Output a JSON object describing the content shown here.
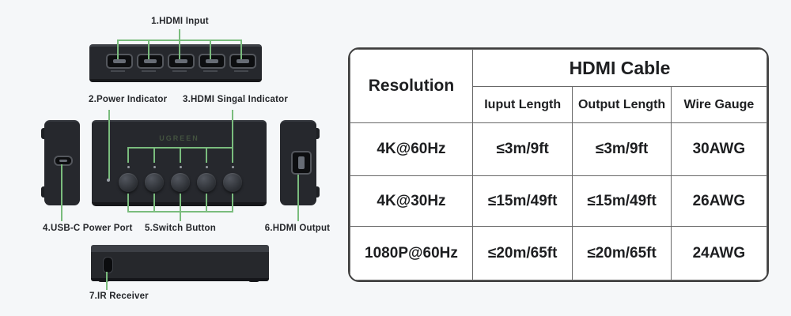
{
  "page": {
    "background": "#f5f7f9",
    "accent_green": "#7abc7d",
    "device_color": "#26282d"
  },
  "diagram": {
    "brand": "UGREEN",
    "callouts": {
      "hdmi_input": "1.HDMI Input",
      "power_indicator": "2.Power Indicator",
      "hdmi_signal_indicator": "3.HDMI Singal Indicator",
      "usbc_power_port": "4.USB-C Power Port",
      "switch_button": "5.Switch Button",
      "hdmi_output": "6.HDMI Output",
      "ir_receiver": "7.IR Receiver"
    }
  },
  "table": {
    "header": {
      "resolution": "Resolution",
      "group": "HDMI Cable",
      "columns": [
        "Iuput Length",
        "Output Length",
        "Wire Gauge"
      ]
    },
    "rows": [
      [
        "4K@60Hz",
        "≤3m/9ft",
        "≤3m/9ft",
        "30AWG"
      ],
      [
        "4K@30Hz",
        "≤15m/49ft",
        "≤15m/49ft",
        "26AWG"
      ],
      [
        "1080P@60Hz",
        "≤20m/65ft",
        "≤20m/65ft",
        "24AWG"
      ]
    ]
  }
}
